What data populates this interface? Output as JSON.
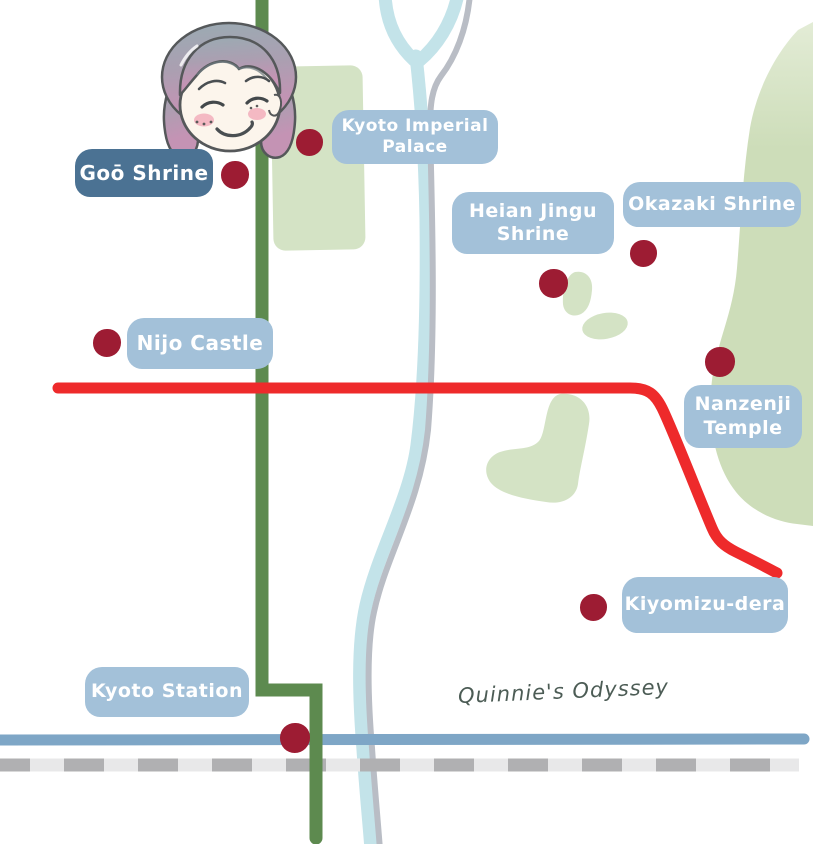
{
  "map": {
    "signature": "Quinnie's Odyssey",
    "locations": [
      {
        "name": "Goō Shrine",
        "highlighted": true
      },
      {
        "name": "Kyoto Imperial\nPalace",
        "highlighted": false
      },
      {
        "name": "Heian Jingu\nShrine",
        "highlighted": false
      },
      {
        "name": "Okazaki Shrine",
        "highlighted": false
      },
      {
        "name": "Nijo Castle",
        "highlighted": false
      },
      {
        "name": "Nanzenji\nTemple",
        "highlighted": false
      },
      {
        "name": "Kiyomizu-dera",
        "highlighted": false
      },
      {
        "name": "Kyoto Station",
        "highlighted": false
      }
    ],
    "legend": {
      "marker_meaning": "location-dot"
    },
    "colors": {
      "label_bg": "#a3c1d9",
      "label_bg_highlight": "#4b7293",
      "label_text": "#ffffff",
      "marker": "#9d1c33",
      "route": "#ee2a2b",
      "road_green": "#5d8a4f",
      "river": "#c3e3e9",
      "road_gray": "#b9bdc5",
      "road_blue": "#7ea6c6",
      "rail_base": "#e8e8e9",
      "rail_dash": "#b0b0b2",
      "park": "#d4e3c5",
      "mountain_light": "#e3ecd6",
      "mountain": "#cdddb9",
      "signature_ink": "#4c5c55",
      "hair_top": "#9aabb3",
      "hair_mid": "#ab9fb1",
      "hair_bottom": "#c493b4",
      "face": "#fcf5ec",
      "blush": "#f3b3bf",
      "outline": "#55585a"
    }
  }
}
